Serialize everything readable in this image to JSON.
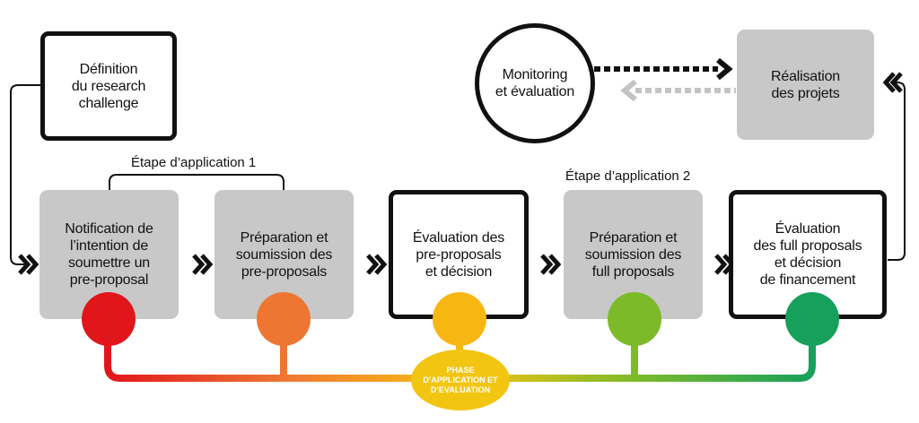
{
  "nodes": {
    "definition": "Définition\ndu research\nchallenge",
    "notification": "Notification de\nl’intention de\nsoumettre un\npre-proposal",
    "prep_pre": "Préparation et\nsoumission des\npre-proposals",
    "eval_pre": "Évaluation des\npre-proposals\net décision",
    "prep_full": "Préparation et\nsoumission des\nfull proposals",
    "eval_full": "Évaluation\ndes full proposals\net décision\nde financement",
    "monitoring": "Monitoring\net évaluation",
    "realisation": "Réalisation\ndes projets"
  },
  "stages": {
    "stage1": "Étape d’application 1",
    "stage2": "Étape d’application 2"
  },
  "hub": {
    "label": "PHASE\nD’APPLICATION ET\nD’EVALUATION"
  },
  "colors": {
    "dot_1": "#e0161b",
    "dot_2": "#ee7633",
    "dot_3": "#f7b712",
    "dot_4": "#7dba2a",
    "dot_5": "#16a05b",
    "hub": "#f2c511",
    "box_fill": "#c8c8c8",
    "outline": "#111111",
    "dashed_return": "#c3c3c3"
  }
}
